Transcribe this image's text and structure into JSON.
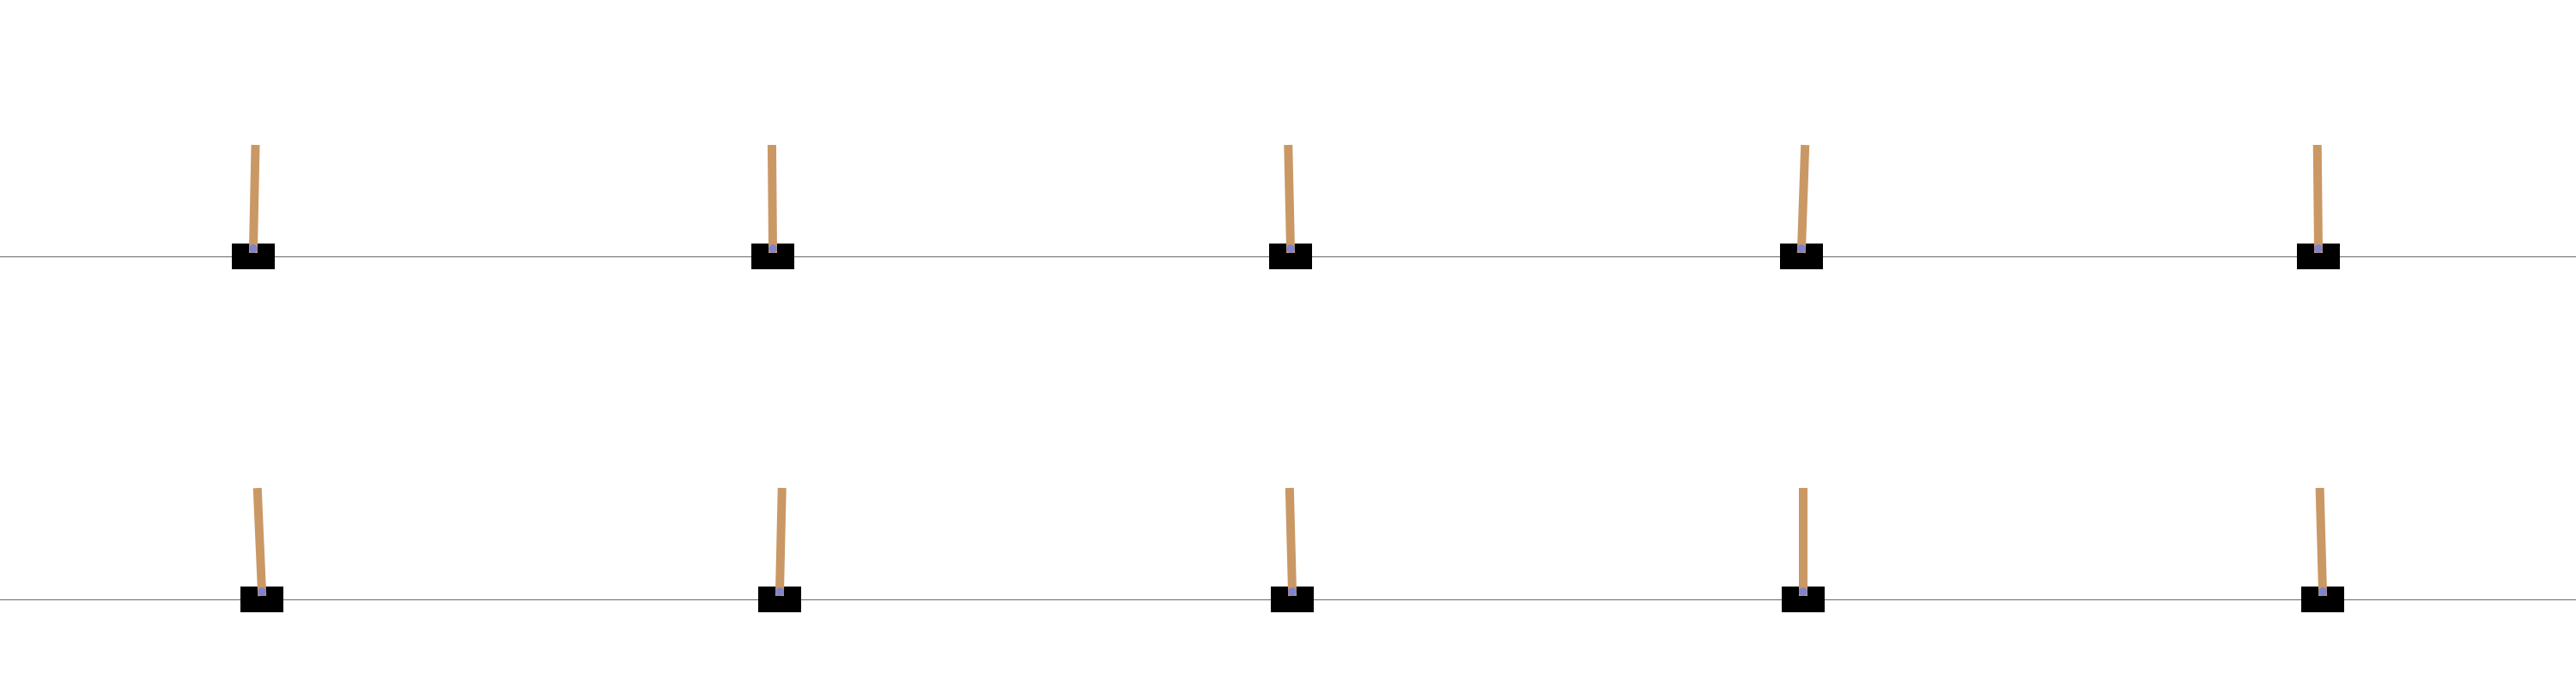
{
  "environment": "CartPole",
  "colors": {
    "background": "#ffffff",
    "track": "#6a6a6a",
    "cart": "#000000",
    "pole": "#ca9865",
    "axle": "#8184cb"
  },
  "grid": {
    "rows": 2,
    "cols": 5
  },
  "states": [
    {
      "cart_x": -0.02,
      "pole_angle_deg": 1.2
    },
    {
      "cart_x": 0.0,
      "pole_angle_deg": -0.5
    },
    {
      "cart_x": 0.01,
      "pole_angle_deg": -1.3
    },
    {
      "cart_x": -0.01,
      "pole_angle_deg": 2.0
    },
    {
      "cart_x": 0.0,
      "pole_angle_deg": -0.6
    },
    {
      "cart_x": 0.02,
      "pole_angle_deg": -2.5
    },
    {
      "cart_x": 0.03,
      "pole_angle_deg": 1.3
    },
    {
      "cart_x": 0.02,
      "pole_angle_deg": -1.5
    },
    {
      "cart_x": 0.0,
      "pole_angle_deg": 0.0
    },
    {
      "cart_x": 0.02,
      "pole_angle_deg": -1.6
    }
  ]
}
